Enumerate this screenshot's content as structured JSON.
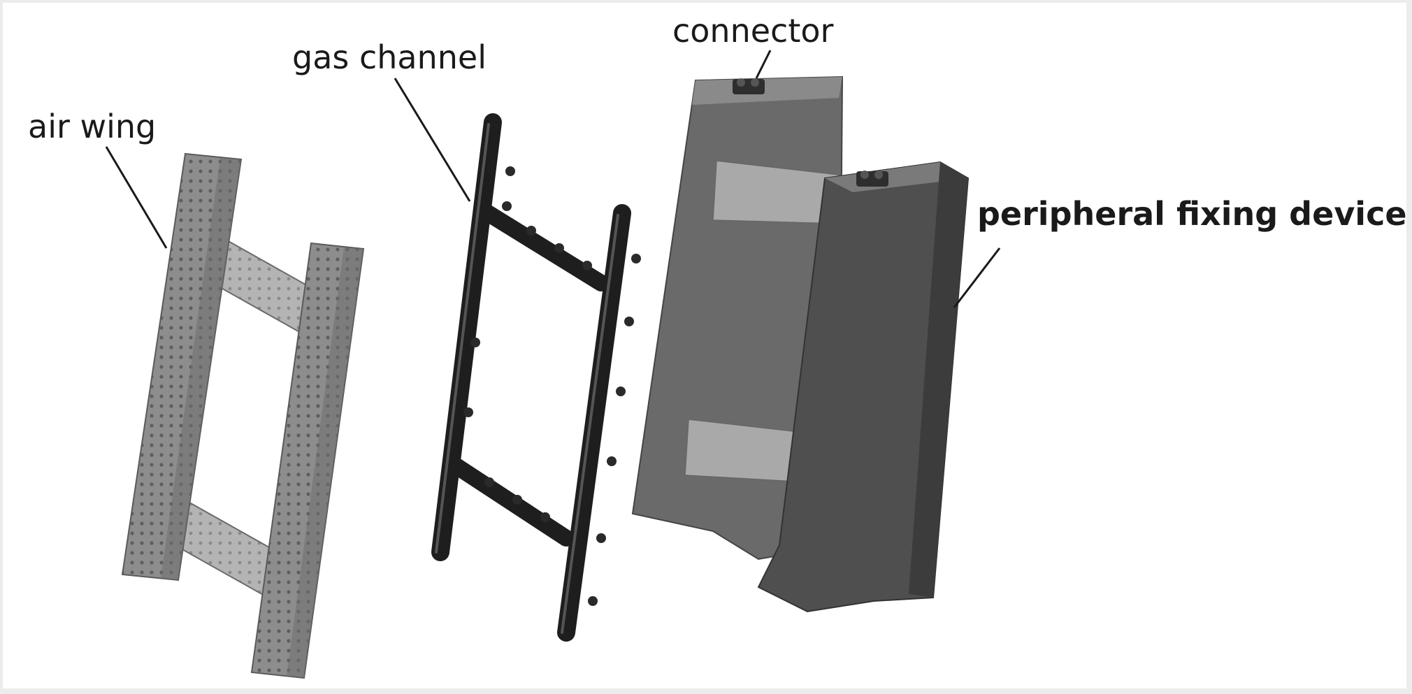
{
  "labels": {
    "air_wing": "air wing",
    "gas_channel": "gas channel",
    "connector": "connector",
    "peripheral_fixing_device": "peripheral fixing device"
  },
  "colors": {
    "background": "#ffffff",
    "frame": "#ececec",
    "air_wing": "#8a8a8a",
    "gas_channel": "#2a2a2a",
    "fixing_device": "#5a5a5a",
    "leader_line": "#1a1a1a"
  }
}
